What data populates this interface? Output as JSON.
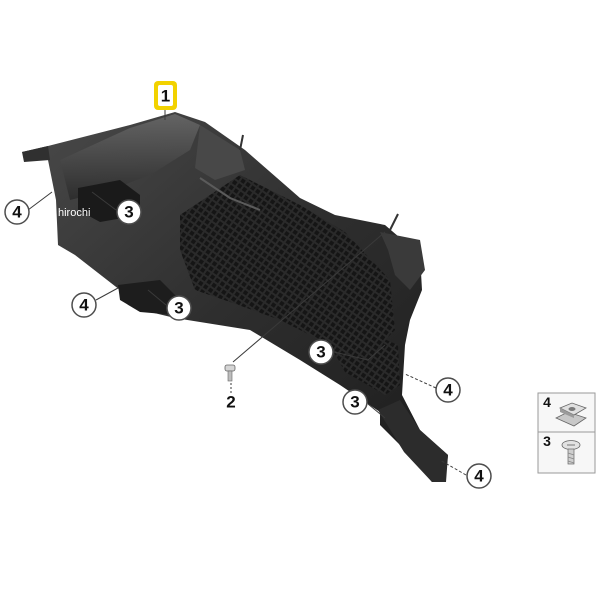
{
  "watermark": "hirochi",
  "callouts": {
    "part_1": "1",
    "part_2": "2",
    "upper_left_4": "4",
    "upper_left_3": "3",
    "mid_left_4": "4",
    "mid_left_3": "3",
    "mid_right_3": "3",
    "mid_right_4": "4",
    "lower_3": "3",
    "lower_4": "4"
  },
  "legend": {
    "rows": [
      {
        "number": "4",
        "icon": "clip-nut-icon"
      },
      {
        "number": "3",
        "icon": "screw-icon"
      }
    ]
  },
  "colors": {
    "highlight": "#f2d200",
    "panel_dark": "#262626",
    "panel_mid": "#3b3b3b",
    "grille": "#1f1f1f"
  }
}
